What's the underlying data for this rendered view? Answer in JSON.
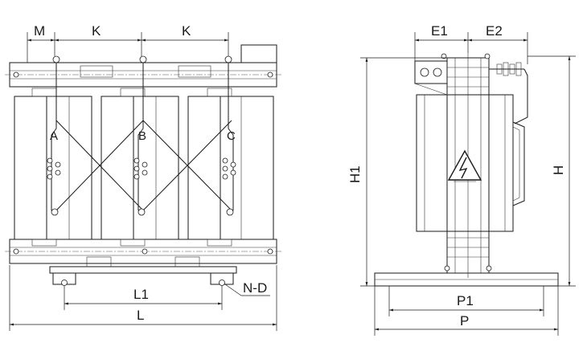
{
  "front_view": {
    "dimensions": {
      "m": "M",
      "k1": "K",
      "k2": "K",
      "l1": "L1",
      "l": "L",
      "nd": "N-D"
    },
    "phases": [
      "A",
      "B",
      "C"
    ]
  },
  "side_view": {
    "dimensions": {
      "e1": "E1",
      "e2": "E2",
      "h1": "H1",
      "h": "H",
      "p1": "P1",
      "p": "P"
    }
  }
}
